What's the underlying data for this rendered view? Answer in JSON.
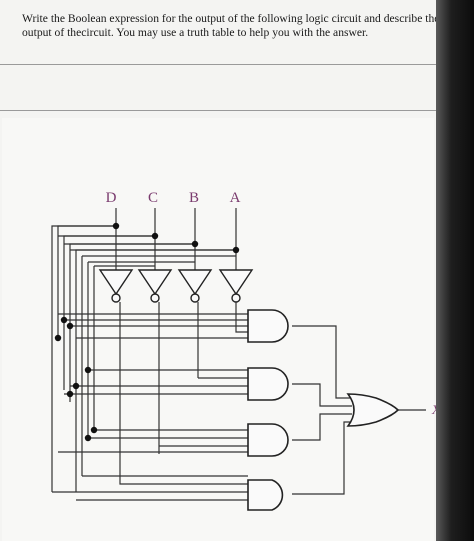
{
  "question": {
    "text": "Write the Boolean expression for the output of the following logic circuit and describe the output of thecircuit. You may use a truth table to help you with the answer."
  },
  "circuit": {
    "inputs": [
      {
        "label": "D"
      },
      {
        "label": "C"
      },
      {
        "label": "B"
      },
      {
        "label": "A"
      }
    ],
    "output_label": "X",
    "gates": [
      "NOT D",
      "NOT C",
      "NOT B",
      "NOT A",
      "AND 1",
      "AND 2",
      "AND 3",
      "AND 4",
      "OR"
    ],
    "colors": {
      "input_label": "#7a3b6e",
      "wire": "#333333"
    }
  }
}
